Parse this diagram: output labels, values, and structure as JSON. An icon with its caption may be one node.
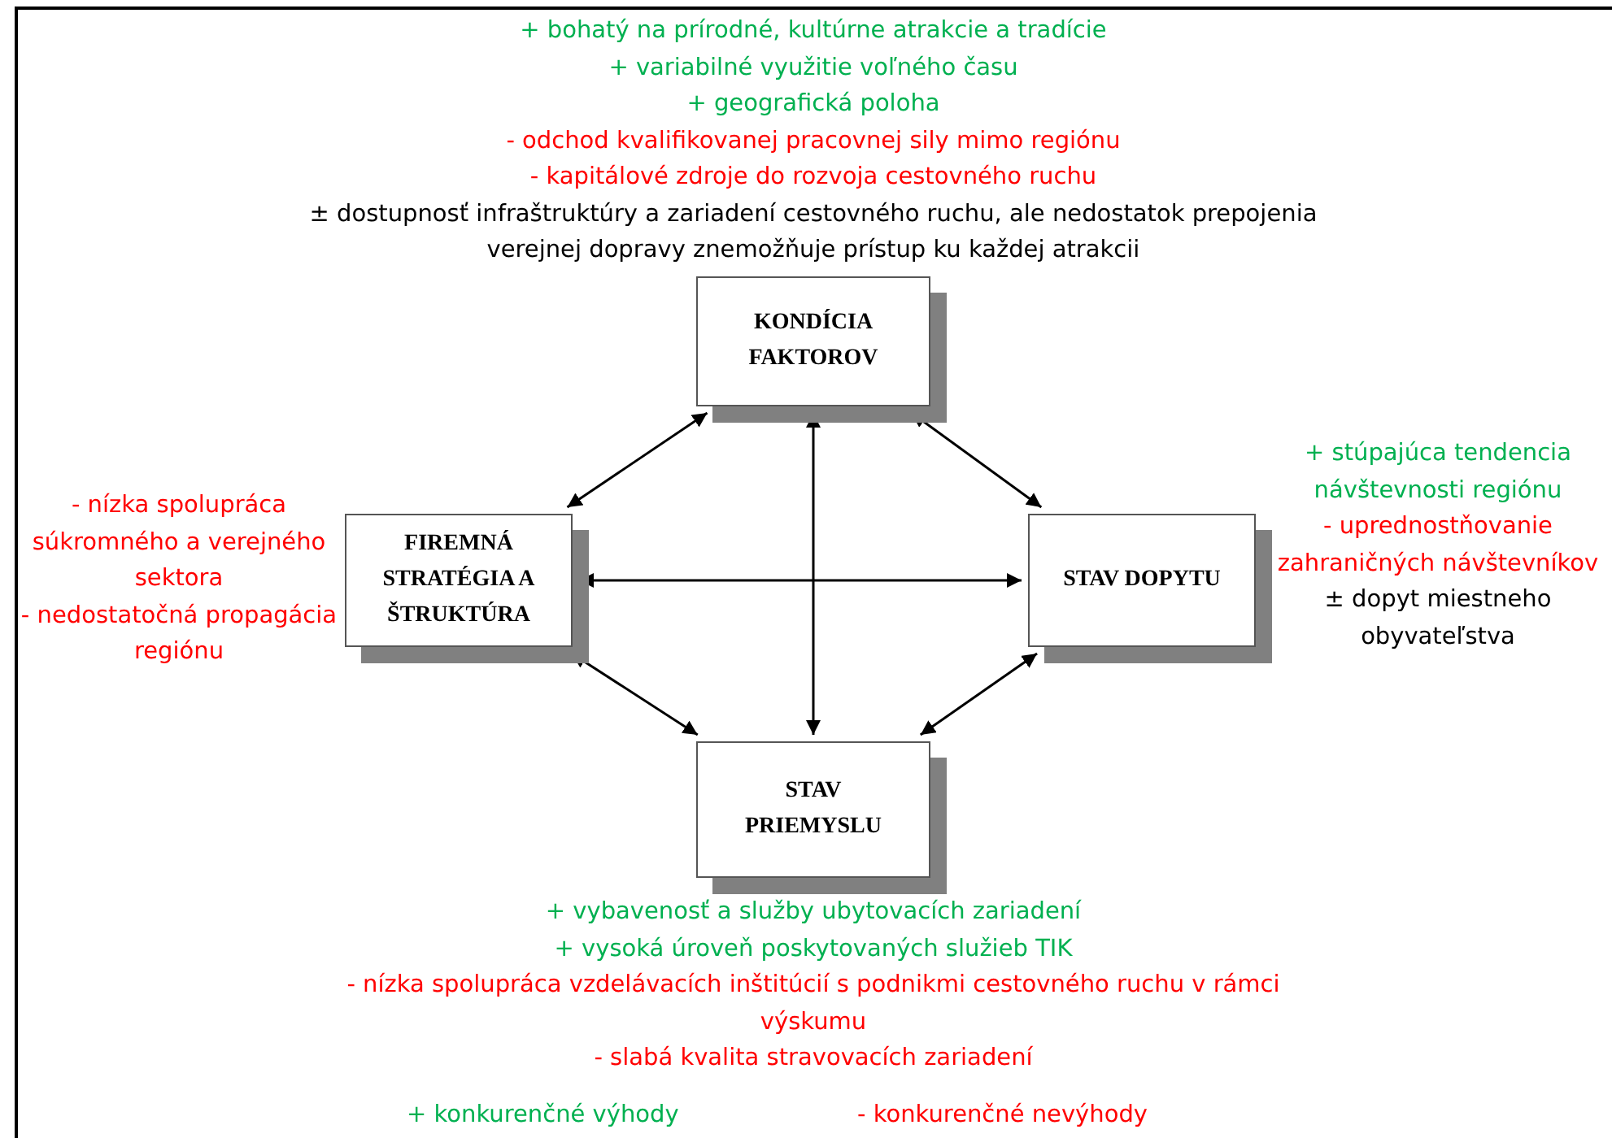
{
  "diagram": {
    "nodes": [
      {
        "text": [
          "KONDÍCIA FAKTOROV"
        ],
        "beside": [
          "+ bohatý na prírodné, kultúrne atrakcie a tradície",
          "+ variabilné využitie voľného času",
          "+ geografická poloha",
          "- odchod kvalifikovanej pracovnej sily mimo regiónu",
          "- kapitálové zdroje do rozvoja cestovného ruchu",
          "± dostupnosť infraštruktúry a zariadení cestovného ruchu, ale nedostatok prepojenia verejnej dopravy znemožňuje prístup ku každej atrakcii"
        ]
      },
      {
        "text": [
          "FIREMNÁ STRATÉGIA A ŠTRUKTÚRA"
        ],
        "beside": [
          "- nízka spolupráca súkromného a verejného sektora",
          "- nedostatočná propagácia regiónu"
        ]
      },
      {
        "text": [
          "STAV DOPYTU"
        ],
        "beside": [
          "+ stúpajúca tendencia návštevnosti regiónu",
          "- uprednostňovanie zahraničných návštevníkov",
          "± dopyt miestneho obyvateľstva"
        ]
      },
      {
        "text": [
          "STAV PRIEMYSLU"
        ],
        "beside": [
          "+ vybavenosť a služby ubytovacích zariadení",
          "+ vysoká úroveň poskytovaných služieb TIK",
          "- nízka spolupráca vzdelávacích inštitúcií s podnikmi cestovného ruchu v rámci výskumu",
          "- slabá kvalita stravovacích zariadení"
        ]
      }
    ],
    "edges": [
      {
        "from": 0,
        "to": 1,
        "arrow": "both"
      },
      {
        "from": 0,
        "to": 2,
        "arrow": "both"
      },
      {
        "from": 0,
        "to": 3,
        "arrow": "both"
      },
      {
        "from": 1,
        "to": 2,
        "arrow": "both"
      },
      {
        "from": 1,
        "to": 3,
        "arrow": "both"
      },
      {
        "from": 2,
        "to": 3,
        "arrow": "both"
      }
    ],
    "legend": [
      {
        "text": "+ konkurenčné výhody",
        "color": "#00b050"
      },
      {
        "text": "- konkurenčné nevýhody",
        "color": "#ff0000"
      }
    ]
  }
}
